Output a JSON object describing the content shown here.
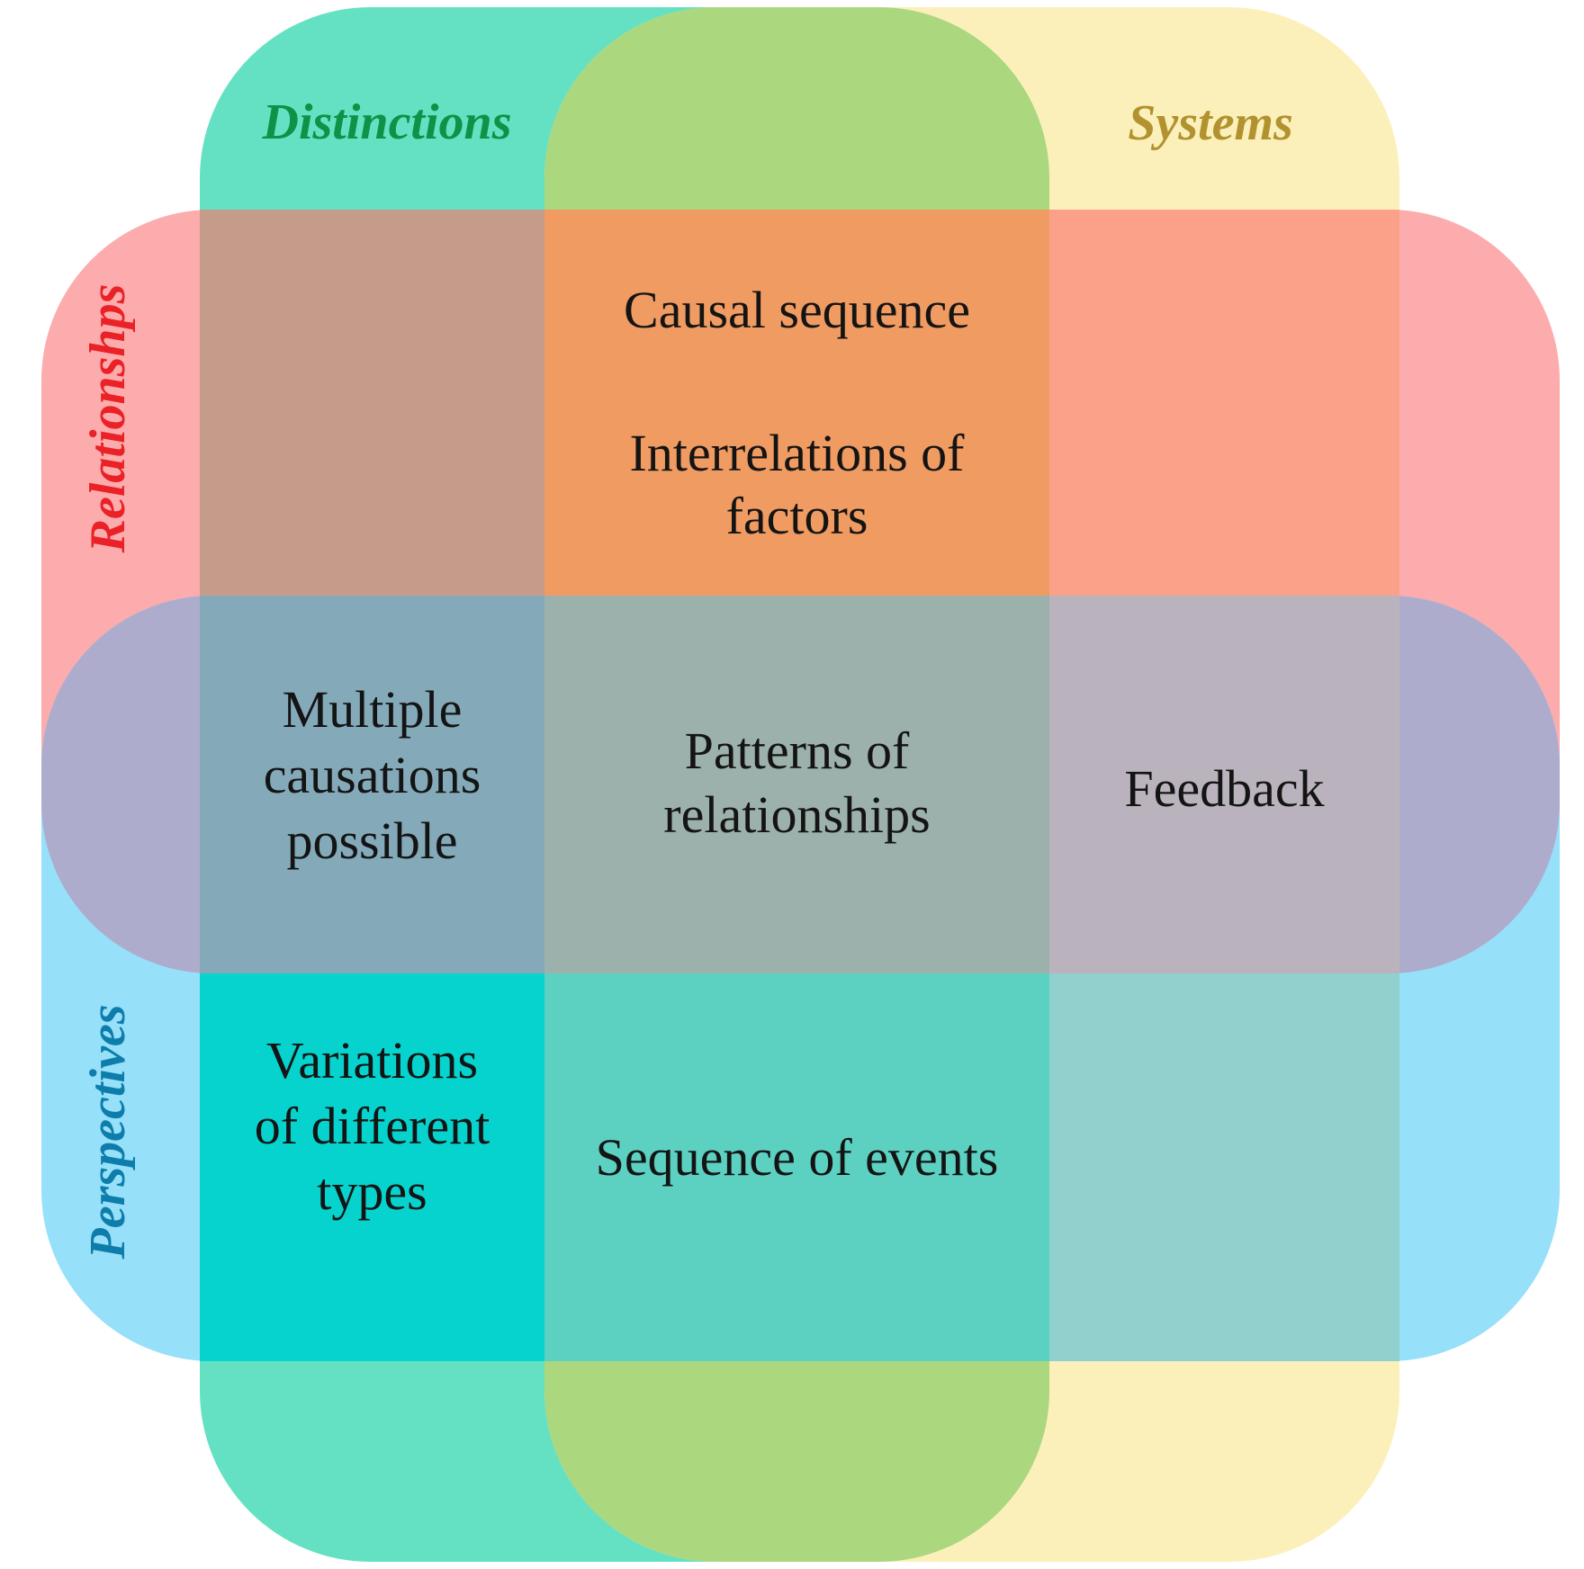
{
  "diagram": {
    "background": "#ffffff",
    "text_color": "#141414",
    "bands": {
      "distinctions": {
        "label": "Distinctions",
        "color": "#64e1c2",
        "label_color": "#0f9147"
      },
      "systems": {
        "label": "Systems",
        "color": "#fcf0ba",
        "label_color": "#b2922f"
      },
      "relationships": {
        "label": "Relationshps",
        "color": "#fcacac",
        "label_color": "#ea2127"
      },
      "perspectives": {
        "label": "Perspectives",
        "color": "#97e0fa",
        "label_color": "#0e7dab"
      }
    },
    "overlaps": {
      "distinctions_systems": "#abd77e",
      "relationships_perspectives": "#aeaccd",
      "distinctions_relationships": "#c59c89",
      "distinctions_systems_relationships": "#f09b61",
      "systems_relationships": "#fba189",
      "distinctions_relationships_perspectives": "#84aaba",
      "all_four": "#9db1ac",
      "systems_relationships_perspectives": "#bab3bd",
      "distinctions_perspectives": "#06d3cd",
      "distinctions_systems_perspectives": "#5cd1c2",
      "systems_perspectives": "#90d1cd"
    },
    "cells": {
      "causal_sequence": {
        "lines": [
          "Causal sequence"
        ]
      },
      "interrelations": {
        "lines": [
          "Interrelations of",
          "factors"
        ]
      },
      "multiple_causations": {
        "lines": [
          "Multiple",
          "causations",
          "possible"
        ]
      },
      "patterns": {
        "lines": [
          "Patterns of",
          "relationships"
        ]
      },
      "feedback": {
        "lines": [
          "Feedback"
        ]
      },
      "variations": {
        "lines": [
          "Variations",
          "of different",
          "types"
        ]
      },
      "sequence_of_events": {
        "lines": [
          "Sequence of events"
        ]
      }
    }
  }
}
